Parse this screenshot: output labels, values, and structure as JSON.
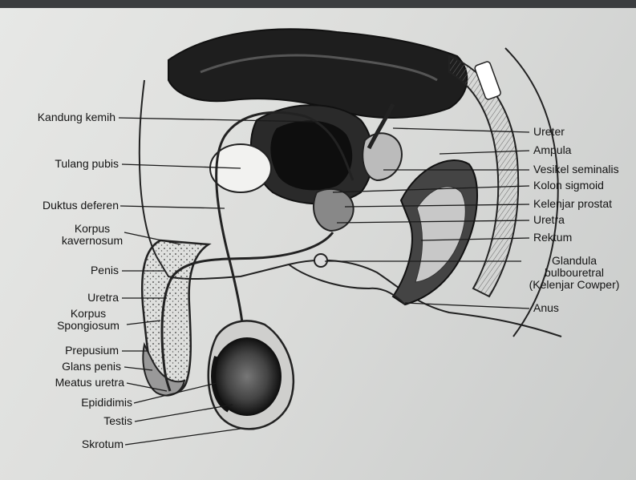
{
  "diagram": {
    "labels_left": {
      "kandung_kemih": "Kandung kemih",
      "tulang_pubis": "Tulang pubis",
      "duktus_deferen": "Duktus deferen",
      "korpus_kavernosum_1": "Korpus",
      "korpus_kavernosum_2": "kavernosum",
      "penis": "Penis",
      "uretra": "Uretra",
      "korpus_spongiosum_1": "Korpus",
      "korpus_spongiosum_2": "Spongiosum",
      "prepusium": "Prepusium",
      "glans_penis": "Glans penis",
      "meatus_uretra": "Meatus uretra",
      "epididimis": "Epididimis",
      "testis": "Testis",
      "skrotum": "Skrotum"
    },
    "labels_right": {
      "ureter": "Ureter",
      "ampula": "Ampula",
      "vesikel_seminalis": "Vesikel seminalis",
      "kolon_sigmoid": "Kolon sigmoid",
      "kelenjar_prostat": "Kelenjar prostat",
      "uretra": "Uretra",
      "rektum": "Rektum",
      "glandula_1": "Glandula",
      "glandula_2": "bulbouretral",
      "glandula_3": "(Kelenjar Cowper)",
      "anus": "Anus"
    }
  }
}
